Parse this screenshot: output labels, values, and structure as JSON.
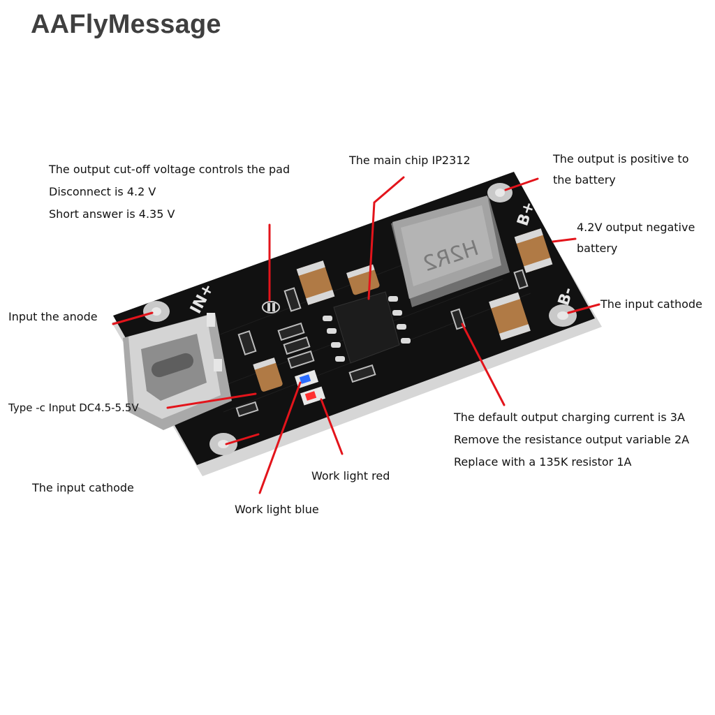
{
  "brand": "AAFlyMessage",
  "colors": {
    "board": "#111111",
    "pointer": "#e3141b",
    "pad": "#c9c9c9",
    "inductor": "#9a9a9a",
    "capacitor": "#b07a45",
    "led_blue": "#2a6cff",
    "led_red": "#ff3030"
  },
  "board": {
    "silk_in_plus": "IN+",
    "silk_b_plus": "B+",
    "silk_b_minus": "B-",
    "inductor_marking": "H2R2"
  },
  "labels": {
    "cutoff": [
      "The output cut-off voltage controls the pad",
      "Disconnect is 4.2 V",
      "Short answer is 4.35 V"
    ],
    "main_chip": "The main chip IP2312",
    "output_positive": [
      "The output is positive to",
      "the battery"
    ],
    "output_negative": [
      "4.2V output negative",
      "battery"
    ],
    "input_anode": "Input the anode",
    "input_cathode_right": "The input cathode",
    "type_c": "Type -c Input DC4.5-5.5V",
    "input_cathode_left": "The input cathode",
    "light_red": "Work light red",
    "light_blue": "Work light blue",
    "charging_current": [
      "The default output charging current is 3A",
      "Remove the resistance output variable 2A",
      "Replace with a 135K resistor 1A"
    ]
  }
}
